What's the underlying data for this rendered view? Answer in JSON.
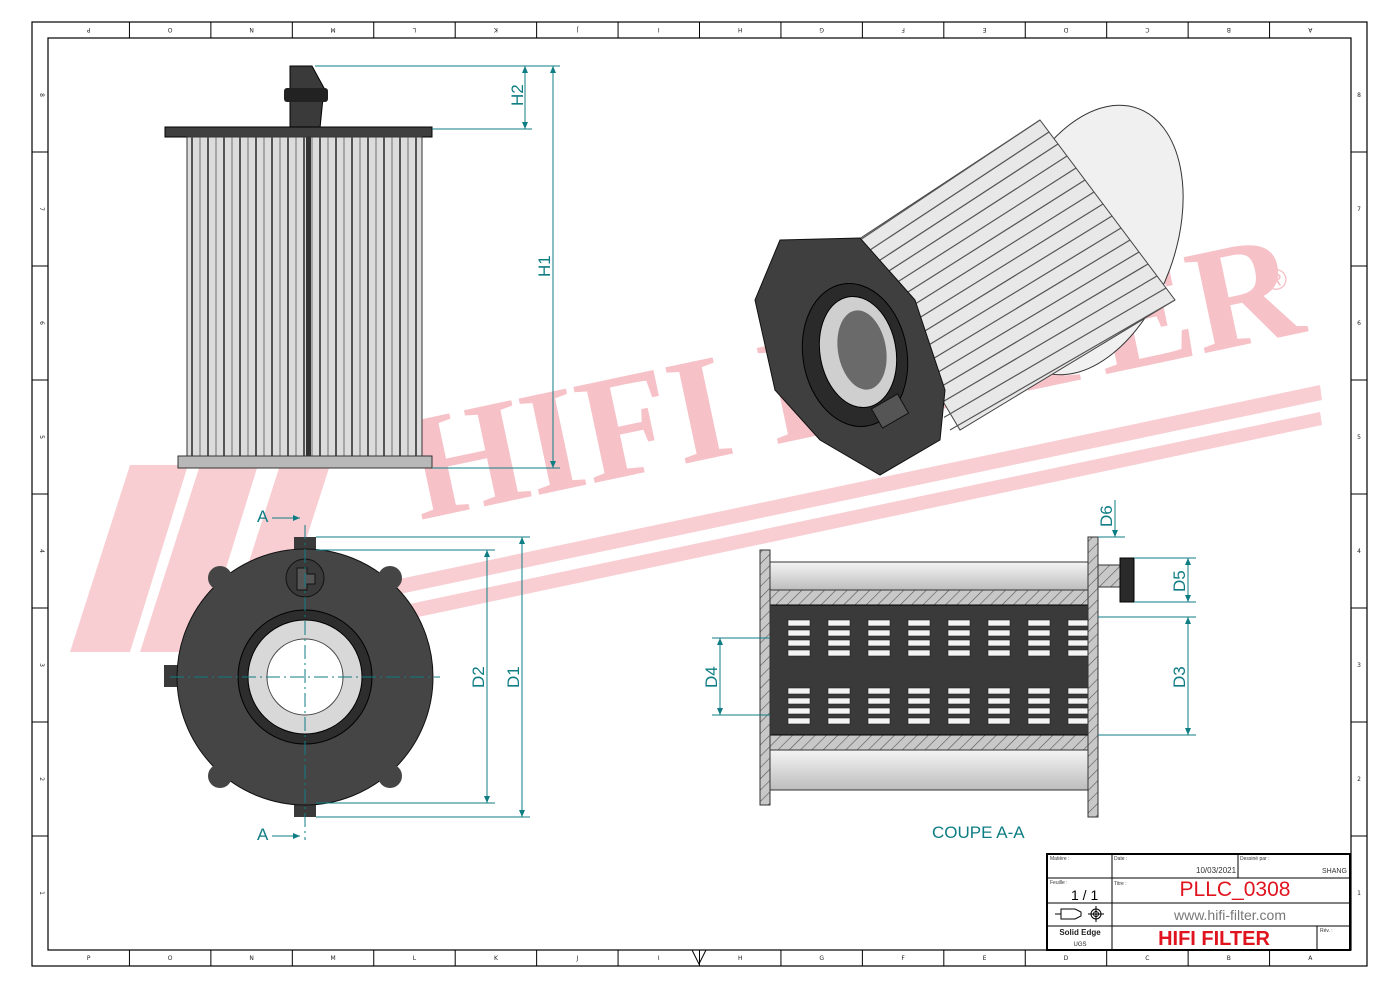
{
  "frame": {
    "columns": [
      "P",
      "O",
      "N",
      "M",
      "L",
      "K",
      "J",
      "I",
      "H",
      "G",
      "F",
      "E",
      "D",
      "C",
      "B",
      "A"
    ],
    "rows": [
      "8",
      "7",
      "6",
      "5",
      "4",
      "3",
      "2",
      "1"
    ]
  },
  "watermark": {
    "text": "HIFI FILTER",
    "registered": "®",
    "color": "#f5b8bf"
  },
  "dimensions": {
    "h1": "H1",
    "h2": "H2",
    "d1": "D1",
    "d2": "D2",
    "d3": "D3",
    "d4": "D4",
    "d5": "D5",
    "d6": "D6",
    "section_mark": "A"
  },
  "section_caption": "COUPE A-A",
  "title_block": {
    "material_label": "Matière :",
    "date_label": "Date :",
    "date": "10/03/2021",
    "drawn_by_label": "Dessiné par :",
    "drawn_by": "SHANG",
    "sheet_label": "Feuille :",
    "sheet": "1 / 1",
    "title_label": "Titre :",
    "title": "PLLC_0308",
    "website": "www.hifi-filter.com",
    "software": "Solid Edge",
    "vendor": "UGS",
    "brand": "HIFI FILTER",
    "rev_label": "Rév. :"
  },
  "colors": {
    "dim": "#0f7d84",
    "title_red": "#e0141e",
    "brand_red": "#e0141e"
  }
}
